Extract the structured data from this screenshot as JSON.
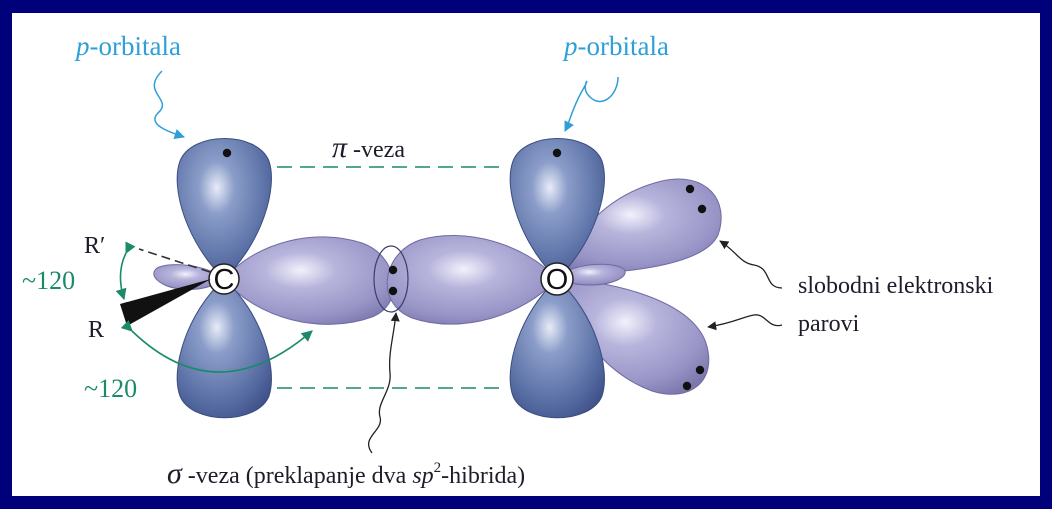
{
  "labels": {
    "p_orbital_left_prefix": "p",
    "p_orbital_left_suffix": "-orbitala",
    "p_orbital_right_prefix": "p",
    "p_orbital_right_suffix": "-orbitala",
    "pi_symbol": "π",
    "pi_text": " -veza",
    "r_prime": "R′",
    "r": "R",
    "angle_top": "~120",
    "angle_bottom": "~120",
    "atom_c": "C",
    "atom_o": "O",
    "lone_pairs_line1": "slobodni elektronski",
    "lone_pairs_line2": "parovi",
    "sigma_symbol": "σ",
    "sigma_text_1": " -veza (preklapanje dva ",
    "sigma_sp": "sp",
    "sigma_sup": "2",
    "sigma_text_2": "-hibrida)"
  },
  "colors": {
    "frame_border": "#00007a",
    "p_orbital": "#5d74a8",
    "sp2_orbital": "#9b97c8",
    "annotation_blue": "#2f9fd8",
    "angle_green": "#1a8a6a",
    "text": "#1c1c2a"
  }
}
